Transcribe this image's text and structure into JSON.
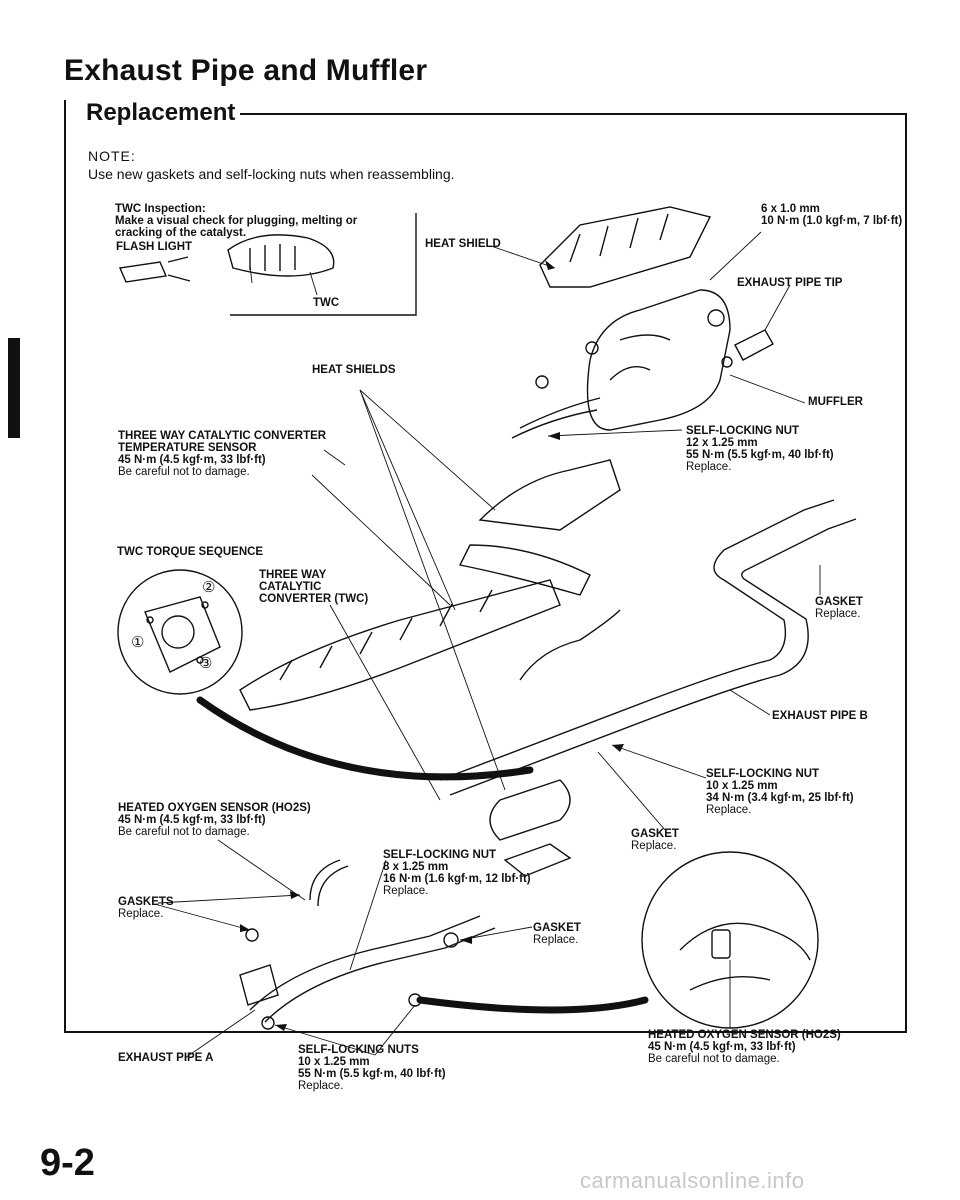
{
  "page": {
    "title": "Exhaust Pipe and Muffler",
    "section": "Replacement",
    "note_heading": "NOTE:",
    "note_text": "Use new gaskets and self-locking nuts when reassembling.",
    "page_number": "9-2",
    "watermark": "carmanualsonline.info"
  },
  "twc_inspection": {
    "heading": "TWC Inspection:",
    "line1": "Make a visual check for plugging, melting or",
    "line2": "cracking of the catalyst.",
    "flash_light": "FLASH LIGHT",
    "twc": "TWC"
  },
  "labels": {
    "heat_shield": "HEAT SHIELD",
    "bolt_6": "6 x 1.0 mm",
    "bolt_6_torque": "10 N·m (1.0 kgf·m, 7 lbf·ft)",
    "exhaust_pipe_tip": "EXHAUST PIPE TIP",
    "heat_shields": "HEAT SHIELDS",
    "muffler": "MUFFLER",
    "temp_sensor_1": "THREE WAY CATALYTIC CONVERTER",
    "temp_sensor_2": "TEMPERATURE SENSOR",
    "temp_sensor_torque": "45 N·m (4.5 kgf·m, 33 lbf·ft)",
    "temp_sensor_note": "Be careful not to damage.",
    "nut_top_1": "SELF-LOCKING NUT",
    "nut_top_2": "12 x 1.25 mm",
    "nut_top_3": "55 N·m (5.5 kgf·m, 40 lbf·ft)",
    "nut_top_4": "Replace.",
    "twc_torque_sequence": "TWC TORQUE SEQUENCE",
    "seq_1": "①",
    "seq_2": "②",
    "seq_3": "③",
    "twc_1": "THREE WAY",
    "twc_2": "CATALYTIC",
    "twc_3": "CONVERTER (TWC)",
    "gasket_right": "GASKET",
    "gasket_right_note": "Replace.",
    "exhaust_pipe_b": "EXHAUST PIPE B",
    "nut_mid_1": "SELF-LOCKING NUT",
    "nut_mid_2": "10 x 1.25 mm",
    "nut_mid_3": "34 N·m (3.4 kgf·m, 25 lbf·ft)",
    "nut_mid_4": "Replace.",
    "ho2s_left_1": "HEATED OXYGEN SENSOR (HO2S)",
    "ho2s_left_2": "45 N·m (4.5 kgf·m, 33 lbf·ft)",
    "ho2s_left_3": "Be careful not to damage.",
    "gasket_mid": "GASKET",
    "gasket_mid_note": "Replace.",
    "nut_low_1": "SELF-LOCKING NUT",
    "nut_low_2": "8 x 1.25 mm",
    "nut_low_3": "16 N·m (1.6 kgf·m, 12 lbf·ft)",
    "nut_low_4": "Replace.",
    "gaskets_left": "GASKETS",
    "gaskets_left_note": "Replace.",
    "gasket_low": "GASKET",
    "gasket_low_note": "Replace.",
    "exhaust_pipe_a": "EXHAUST PIPE A",
    "nuts_bottom_1": "SELF-LOCKING NUTS",
    "nuts_bottom_2": "10 x 1.25 mm",
    "nuts_bottom_3": "55 N·m (5.5 kgf·m, 40 lbf·ft)",
    "nuts_bottom_4": "Replace.",
    "ho2s_right_1": "HEATED OXYGEN SENSOR (HO2S)",
    "ho2s_right_2": "45 N·m (4.5 kgf·m, 33 lbf·ft)",
    "ho2s_right_3": "Be careful not to damage."
  }
}
